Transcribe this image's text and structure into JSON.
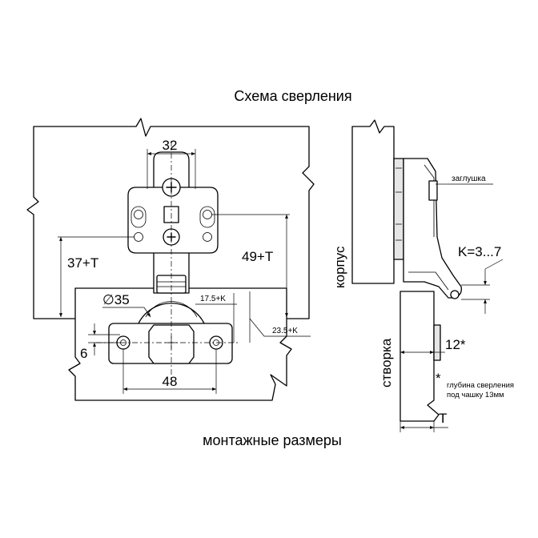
{
  "title": "Схема сверления",
  "subtitle": "монтажные размеры",
  "dimensions": {
    "d32": "32",
    "d37t": "37+T",
    "d49t": "49+T",
    "d35": "∅35",
    "d17k": "17.5+K",
    "d23k": "23.5+K",
    "d6": "6",
    "d48": "48",
    "k_range": "K=3...7",
    "d12": "12*",
    "t": "T"
  },
  "labels": {
    "korpus": "корпус",
    "stvorka": "створка",
    "zaglushka": "заглушка",
    "asterisk": "*",
    "note_line1": "глубина сверления",
    "note_line2": "под чашку 13мм"
  }
}
